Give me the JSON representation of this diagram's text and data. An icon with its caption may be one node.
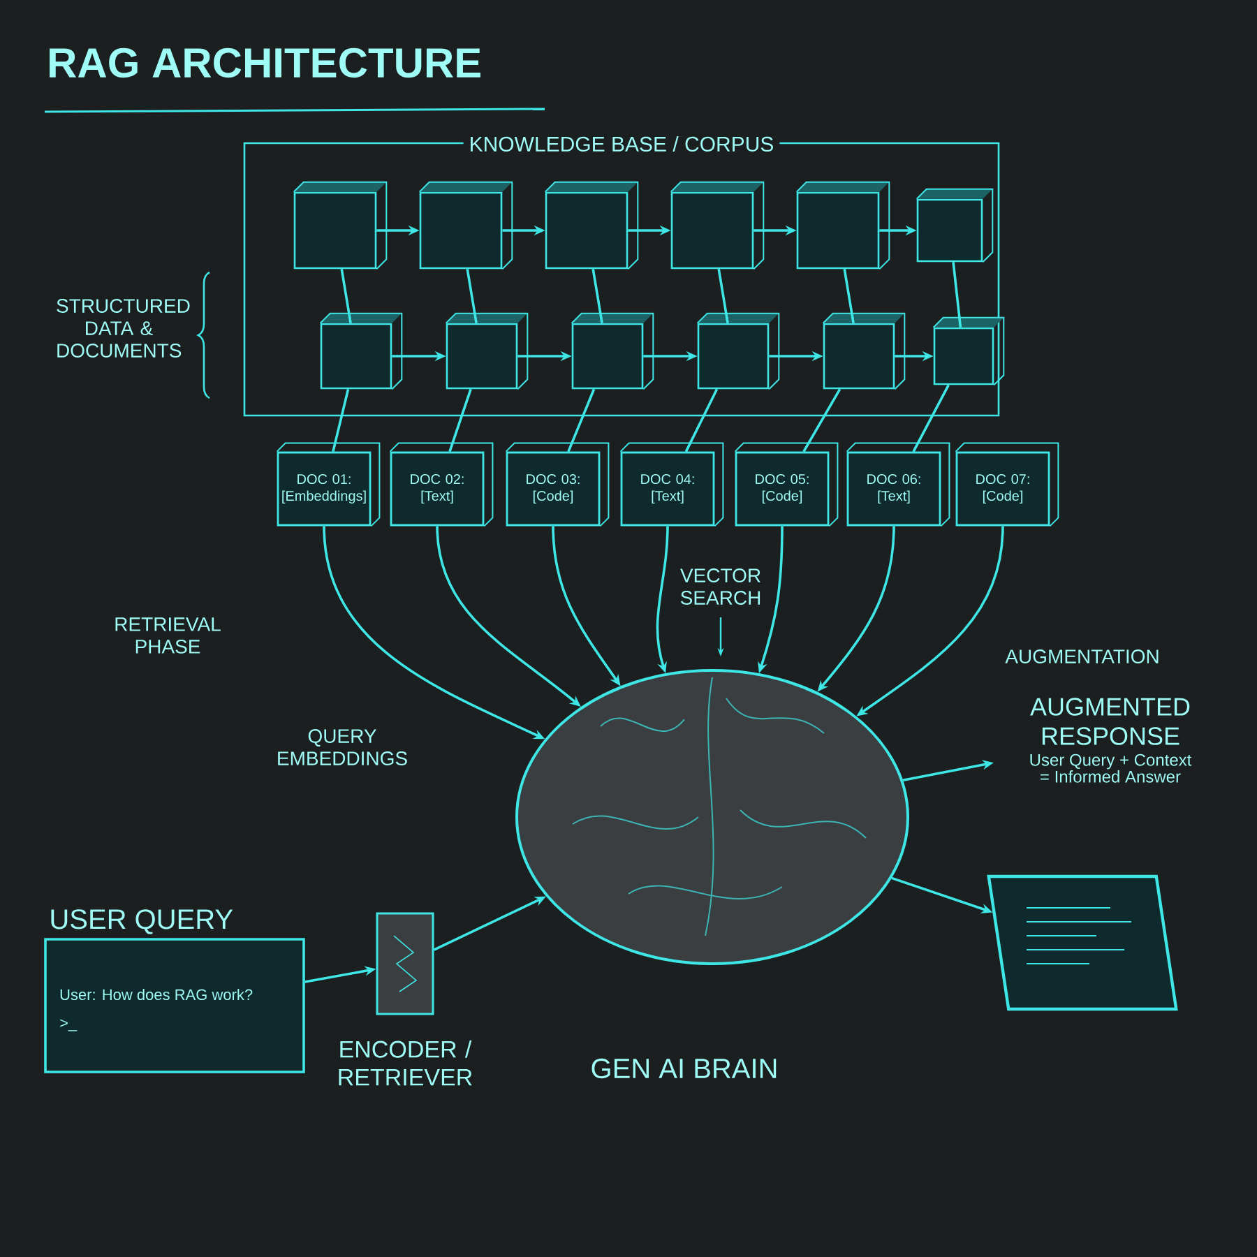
{
  "diagram": {
    "title": "RAG ARCHITECTURE",
    "nodes": [
      {
        "text": [
          "KNOWLEDGE BASE / CORPUS"
        ]
      },
      {
        "text": [],
        "shape": "box",
        "in": 0
      },
      {
        "text": [],
        "shape": "box",
        "in": 0
      },
      {
        "text": [],
        "shape": "box",
        "in": 0
      },
      {
        "text": [],
        "shape": "box",
        "in": 0
      },
      {
        "text": [],
        "shape": "box",
        "in": 0
      },
      {
        "text": [],
        "shape": "box",
        "in": 0
      },
      {
        "text": [],
        "shape": "box",
        "in": 0
      },
      {
        "text": [],
        "shape": "box",
        "in": 0
      },
      {
        "text": [],
        "shape": "box",
        "in": 0
      },
      {
        "text": [],
        "shape": "box",
        "in": 0
      },
      {
        "text": [],
        "shape": "box",
        "in": 0
      },
      {
        "text": [],
        "shape": "box",
        "in": 0
      },
      {
        "text": [
          "DOC 01: [Embeddings]"
        ]
      },
      {
        "text": [
          "DOC 02: [Text]"
        ]
      },
      {
        "text": [
          "DOC 03: [Code]"
        ]
      },
      {
        "text": [
          "DOC 04: [Text]"
        ]
      },
      {
        "text": [
          "DOC 05: [Code]"
        ]
      },
      {
        "text": [
          "DOC 06: [Text]"
        ]
      },
      {
        "text": [
          "DOC 07: [Code]"
        ]
      },
      {
        "text": [
          "GEN AI BRAIN"
        ]
      },
      {
        "text": [
          "USER QUERY",
          "User: How does RAG work?",
          ">_"
        ]
      },
      {
        "text": [
          "ENCODER / RETRIEVER"
        ]
      },
      {
        "text": [
          "AUGMENTED RESPONSE",
          "User Query + Context = Informed Answer"
        ]
      },
      {
        "text": [],
        "shape": "screen"
      }
    ],
    "edges": [
      {
        "from": 1,
        "to": 2,
        "arrow": "to"
      },
      {
        "from": 2,
        "to": 3,
        "arrow": "to"
      },
      {
        "from": 3,
        "to": 4,
        "arrow": "to"
      },
      {
        "from": 4,
        "to": 5,
        "arrow": "to"
      },
      {
        "from": 5,
        "to": 6,
        "arrow": "to"
      },
      {
        "from": 1,
        "to": 7,
        "arrow": "none"
      },
      {
        "from": 2,
        "to": 8,
        "arrow": "none"
      },
      {
        "from": 3,
        "to": 9,
        "arrow": "none"
      },
      {
        "from": 4,
        "to": 10,
        "arrow": "none"
      },
      {
        "from": 5,
        "to": 11,
        "arrow": "none"
      },
      {
        "from": 6,
        "to": 12,
        "arrow": "none"
      },
      {
        "from": 7,
        "to": 8,
        "arrow": "to"
      },
      {
        "from": 8,
        "to": 9,
        "arrow": "to"
      },
      {
        "from": 9,
        "to": 10,
        "arrow": "to"
      },
      {
        "from": 10,
        "to": 11,
        "arrow": "to"
      },
      {
        "from": 11,
        "to": 12,
        "arrow": "to"
      },
      {
        "from": 7,
        "to": 13,
        "arrow": "none"
      },
      {
        "from": 8,
        "to": 14,
        "arrow": "none"
      },
      {
        "from": 9,
        "to": 15,
        "arrow": "none"
      },
      {
        "from": 10,
        "to": 16,
        "arrow": "none"
      },
      {
        "from": 11,
        "to": 17,
        "arrow": "none"
      },
      {
        "from": 12,
        "to": 18,
        "arrow": "none"
      },
      {
        "from": 13,
        "to": 20,
        "arrow": "to"
      },
      {
        "from": 14,
        "to": 20,
        "arrow": "to"
      },
      {
        "from": 15,
        "to": 20,
        "arrow": "to"
      },
      {
        "from": 16,
        "to": 20,
        "arrow": "to"
      },
      {
        "from": 17,
        "to": 20,
        "arrow": "to"
      },
      {
        "from": 18,
        "to": 20,
        "arrow": "to"
      },
      {
        "from": 19,
        "to": 20,
        "arrow": "to"
      },
      {
        "from": 21,
        "to": 22,
        "arrow": "to"
      },
      {
        "from": 22,
        "to": 20,
        "arrow": "to"
      },
      {
        "from": 20,
        "to": 23,
        "arrow": "to"
      },
      {
        "from": 20,
        "to": 24,
        "arrow": "to"
      }
    ],
    "labels": [
      "STRUCTURED DATA & DOCUMENTS",
      "RETRIEVAL PHASE",
      "QUERY EMBEDDINGS",
      "VECTOR SEARCH",
      "AUGMENTATION"
    ]
  }
}
